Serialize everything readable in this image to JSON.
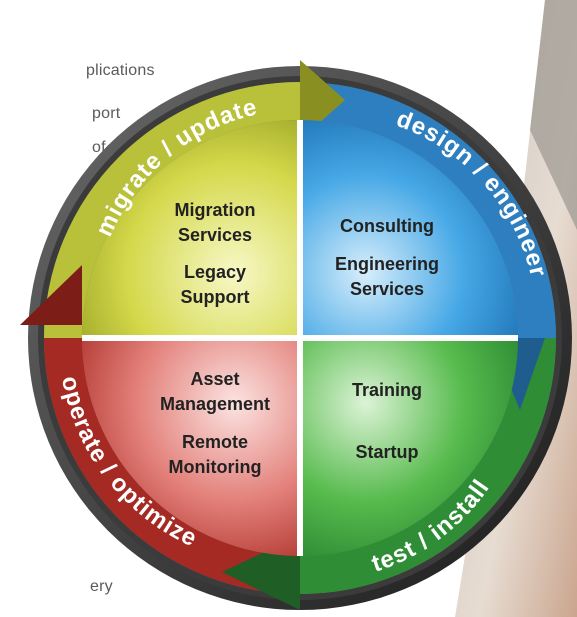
{
  "background_text": {
    "line1": "plications",
    "line2": "port",
    "line3": "of",
    "line4": "ery"
  },
  "ring": {
    "top_left": "migrate / update",
    "top_right": "design / engineer",
    "bottom_right": "test / install",
    "bottom_left": "operate / optimize"
  },
  "quadrants": {
    "top_left": {
      "line1": "Migration",
      "line2": "Services",
      "line3": "Legacy",
      "line4": "Support"
    },
    "top_right": {
      "line1": "Consulting",
      "line2": "Engineering",
      "line3": "Services"
    },
    "bottom_left": {
      "line1": "Asset",
      "line2": "Management",
      "line3": "Remote",
      "line4": "Monitoring"
    },
    "bottom_right": {
      "line1": "Training",
      "line2": "Startup"
    }
  },
  "colors": {
    "yellow": "#c9cf3a",
    "blue": "#2f95d8",
    "red": "#c0392b",
    "green": "#2f9a3a",
    "dark": "#2a2a2a"
  }
}
